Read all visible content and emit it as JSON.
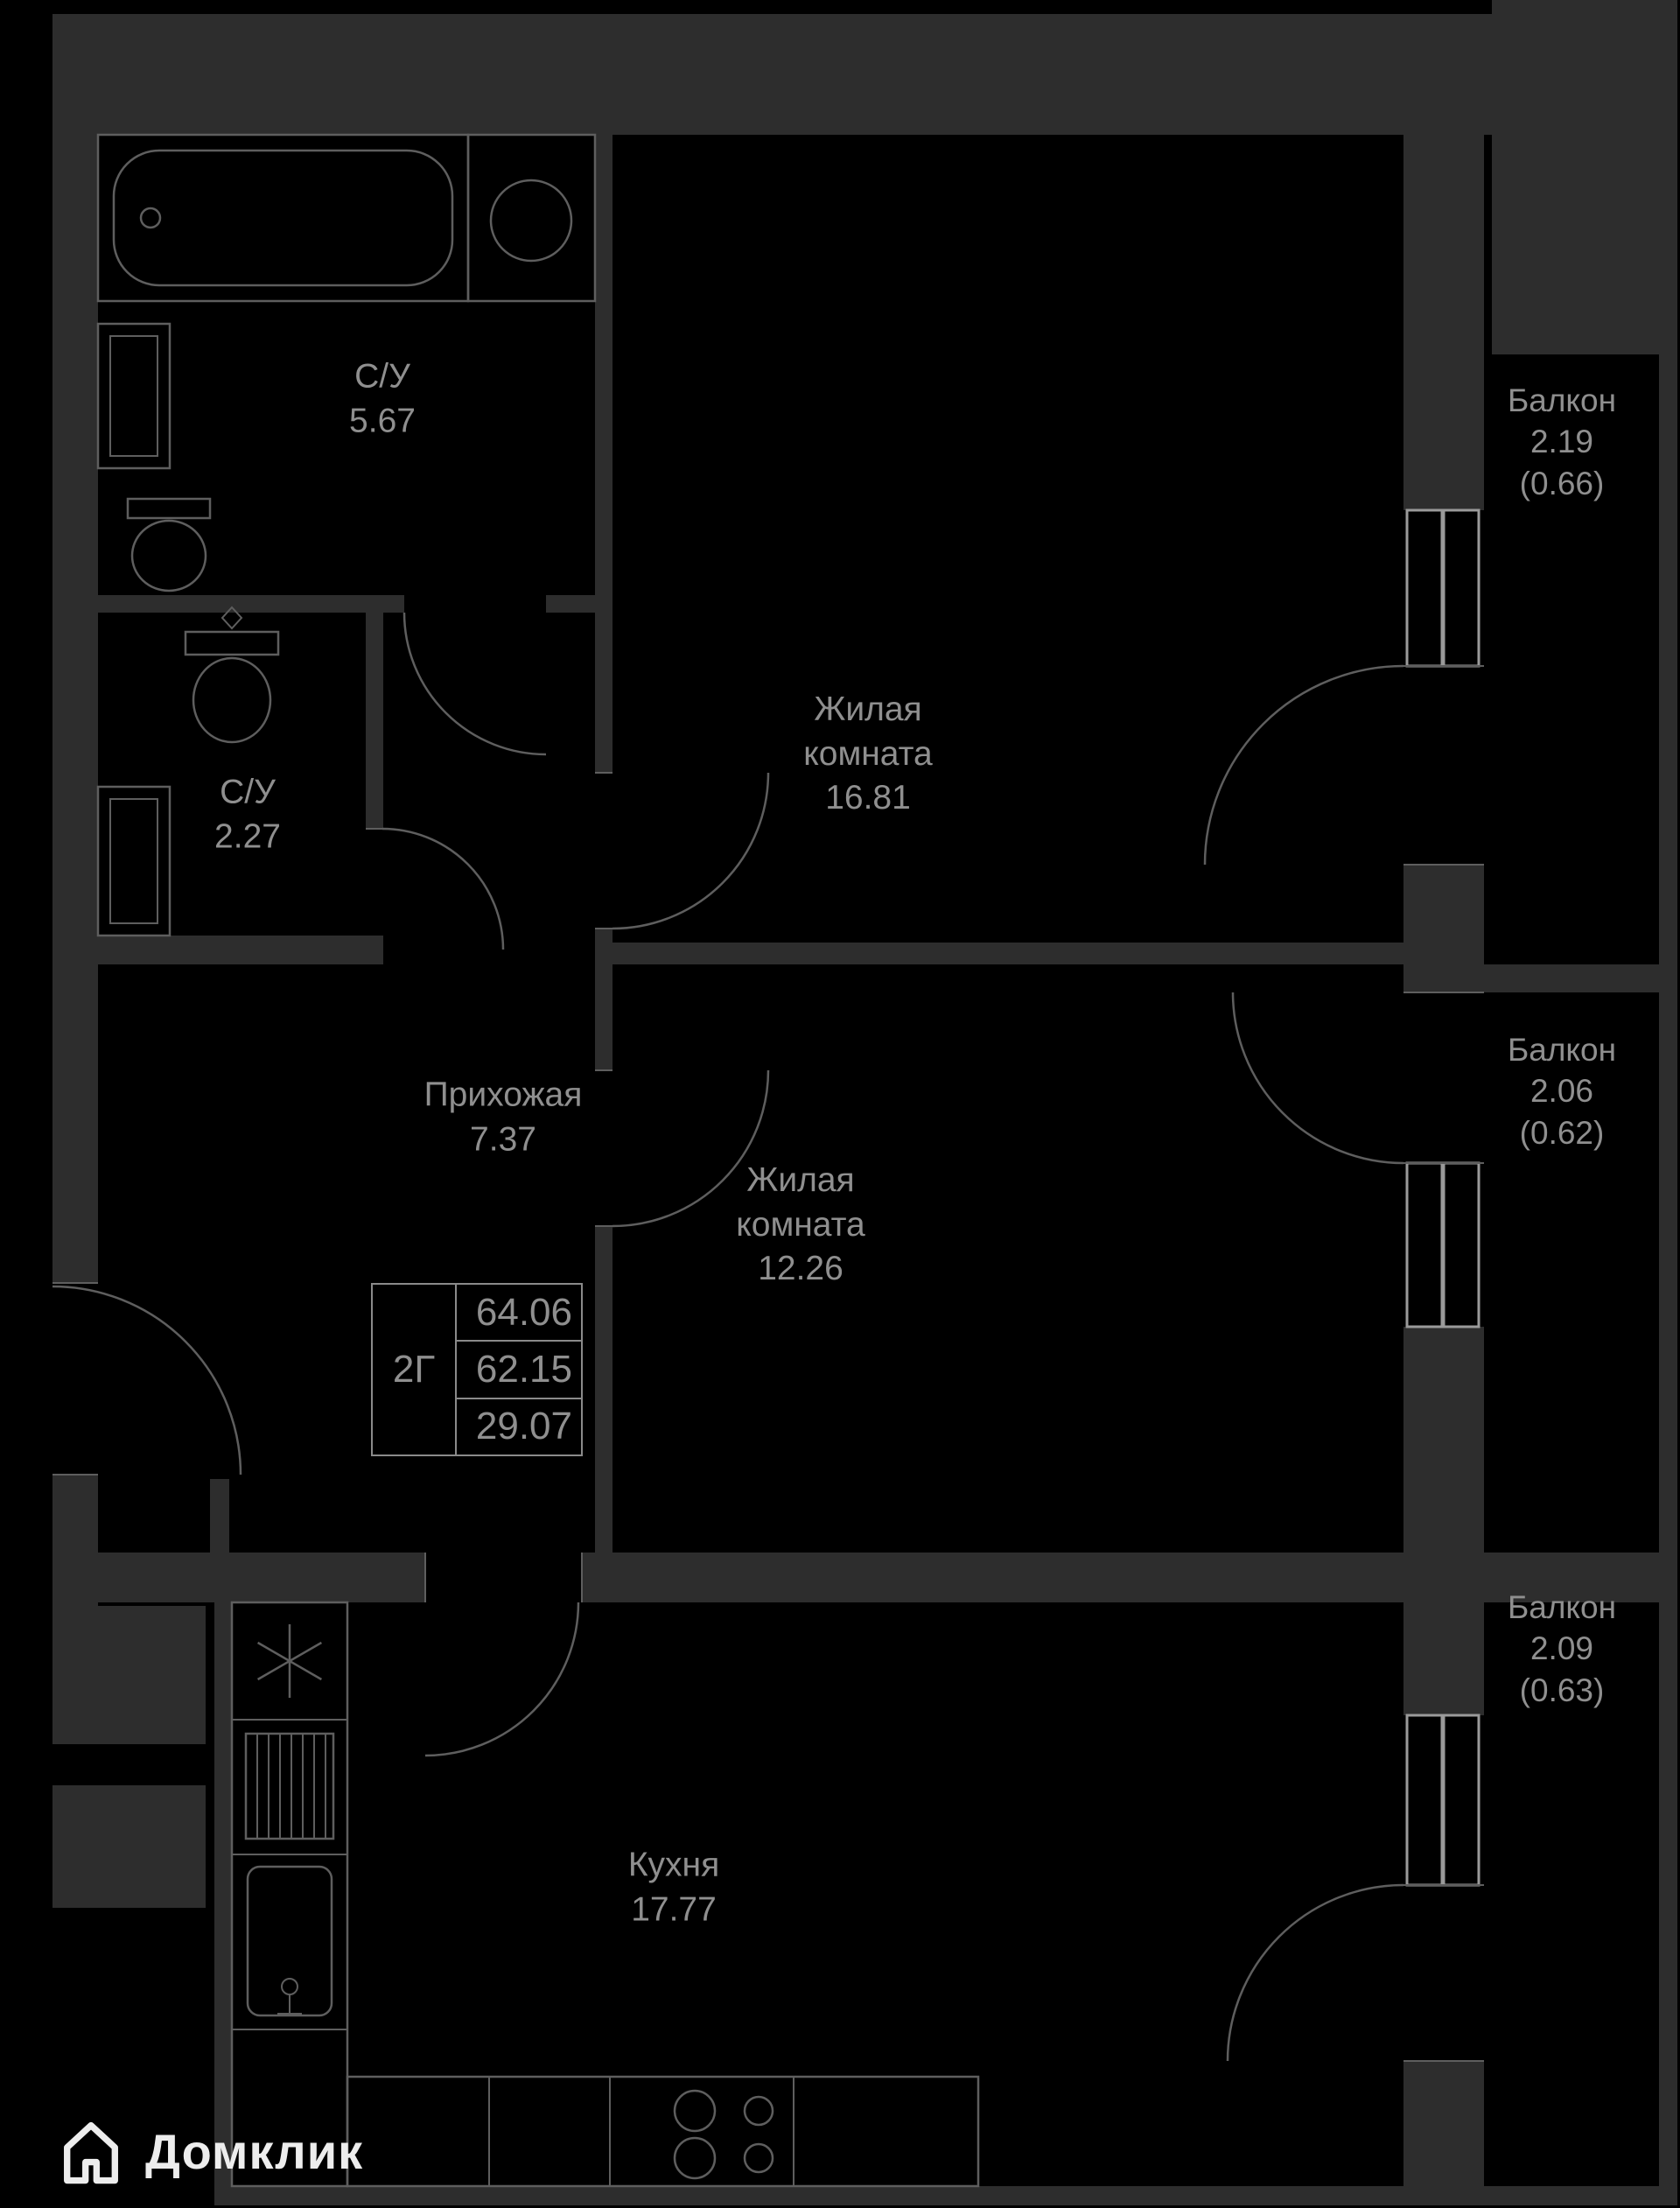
{
  "colors": {
    "background": "#000000",
    "wall": "#2d2d2d",
    "line": "#5e5e5e",
    "window": "#9a9a9a",
    "text": "#8f8f8f",
    "box": "#8a8a8a",
    "logo": "#ededed"
  },
  "plan": {
    "rooms": [
      {
        "id": "bathroom-1",
        "name": "С/У",
        "area": "5.67"
      },
      {
        "id": "bathroom-2",
        "name": "С/У",
        "area": "2.27"
      },
      {
        "id": "living-room-1",
        "name": "Жилая комната",
        "area": "16.81"
      },
      {
        "id": "hallway",
        "name": "Прихожая",
        "area": "7.37"
      },
      {
        "id": "living-room-2",
        "name": "Жилая комната",
        "area": "12.26"
      },
      {
        "id": "kitchen",
        "name": "Кухня",
        "area": "17.77"
      }
    ],
    "balconies": [
      {
        "name": "Балкон",
        "area": "2.19",
        "area_reduced": "(0.66)"
      },
      {
        "name": "Балкон",
        "area": "2.06",
        "area_reduced": "(0.62)"
      },
      {
        "name": "Балкон",
        "area": "2.09",
        "area_reduced": "(0.63)"
      }
    ],
    "info_box": {
      "layout_type": "2Г",
      "total_area": "64.06",
      "area_2": "62.15",
      "area_3": "29.07"
    }
  },
  "branding": {
    "logo_text": "Домклик"
  }
}
